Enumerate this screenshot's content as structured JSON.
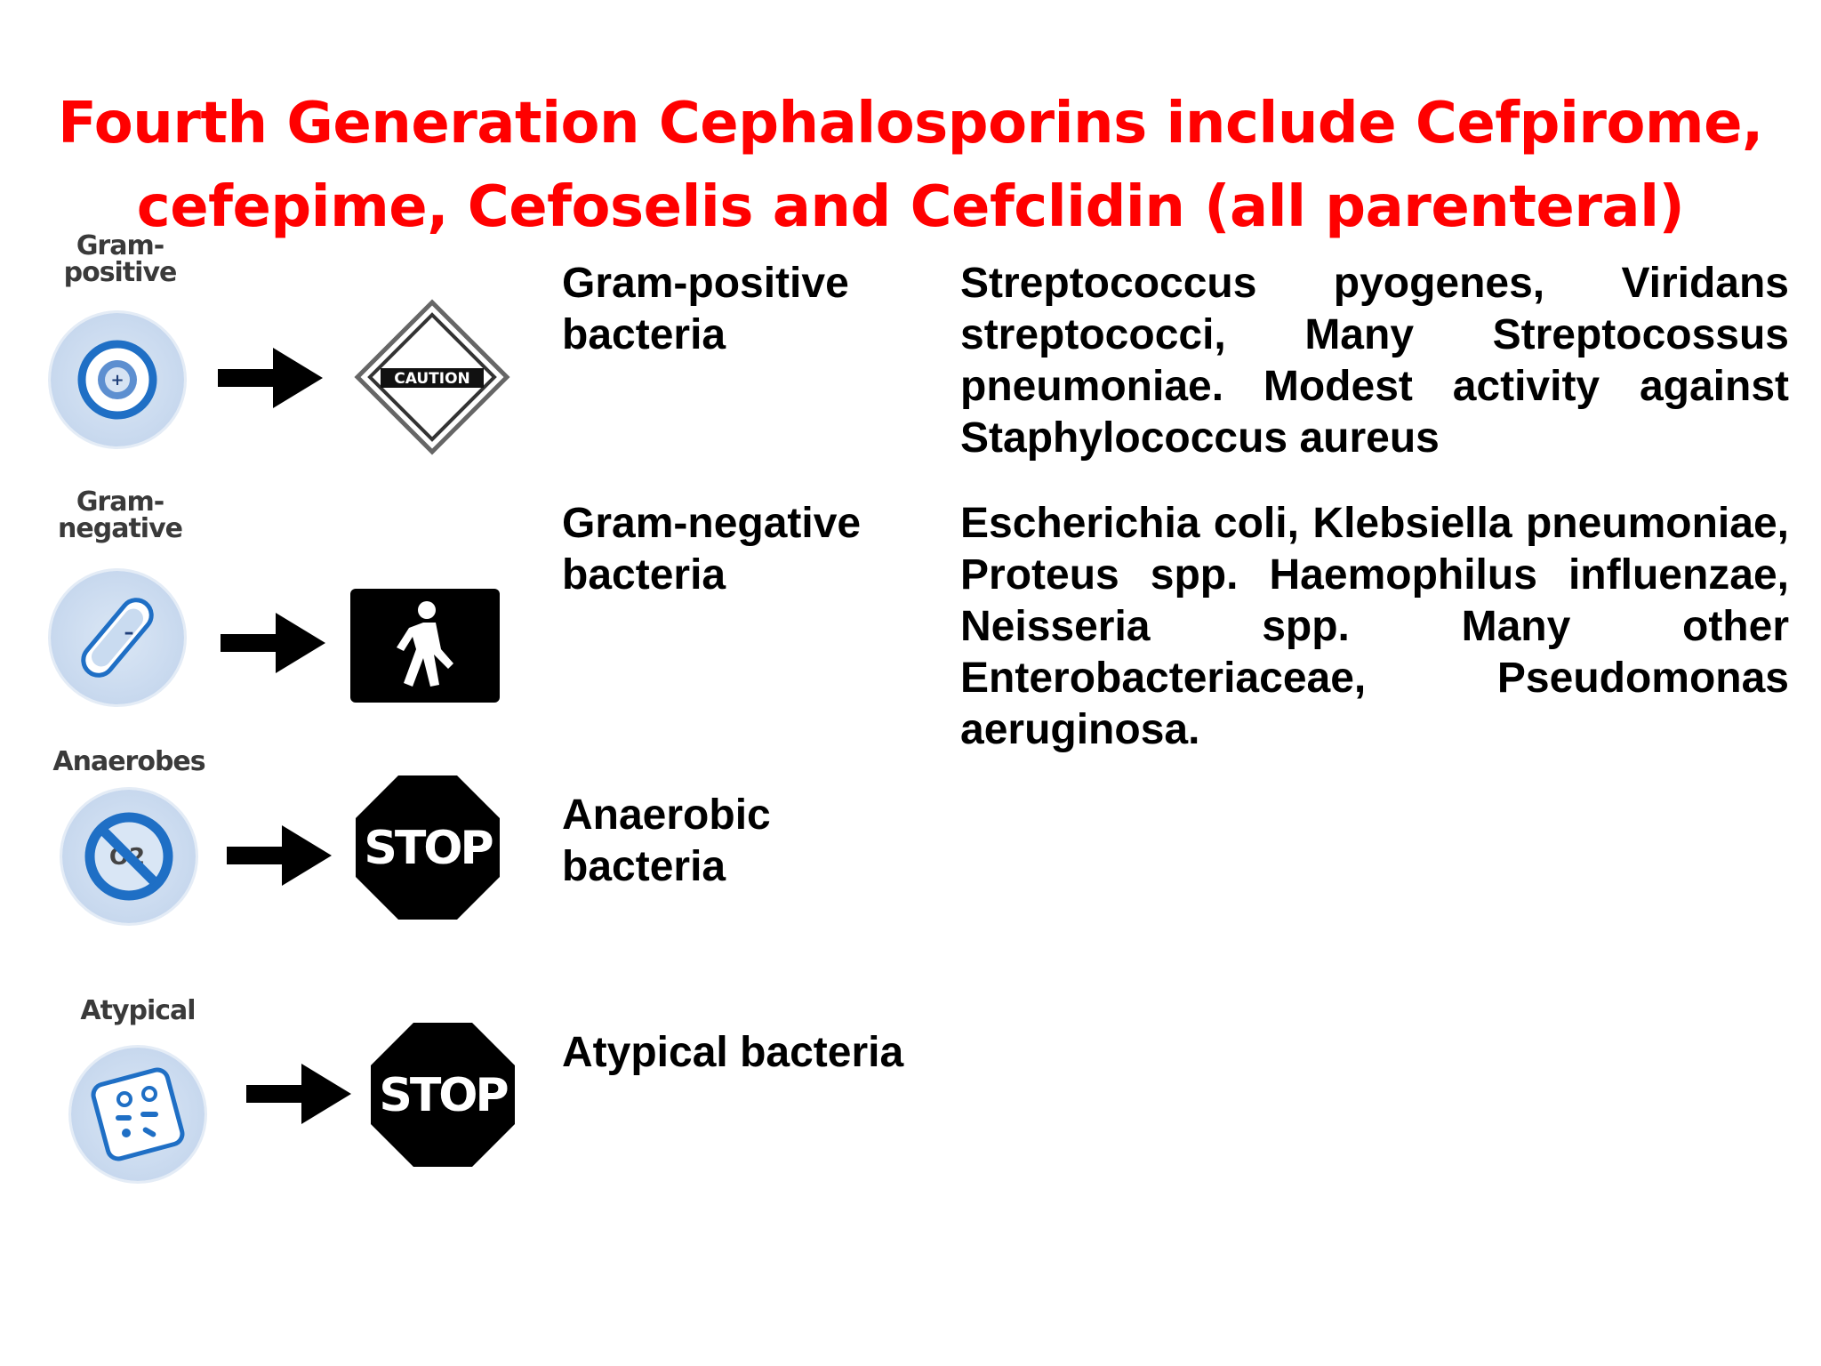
{
  "title": {
    "line1": "Fourth Generation Cephalosporins include Cefpirome,",
    "line2": "cefepime, Cefoselis and Cefclidin (all parenteral)"
  },
  "colors": {
    "title": "#ff0000",
    "icon_blue": "#1f6fc5",
    "icon_bg": "#c7d8ee",
    "sign_black": "#000000"
  },
  "rows": [
    {
      "icon_label_lines": [
        "Gram-",
        "positive"
      ],
      "icon": "gram-positive-icon",
      "sign": "caution-sign",
      "sign_text": "CAUTION",
      "name_lines": [
        "Gram-positive",
        "bacteria"
      ],
      "description": "Streptococcus pyogenes, Viridans streptococci, Many Streptocossus pneumoniae. Modest activity against Staphylococcus aureus"
    },
    {
      "icon_label_lines": [
        "Gram-",
        "negative"
      ],
      "icon": "gram-negative-icon",
      "sign": "walk-sign",
      "sign_text": "",
      "name_lines": [
        "Gram-negative",
        "bacteria"
      ],
      "description": "Escherichia coli, Klebsiella pneumoniae, Proteus spp. Haemophilus influenzae, Neisseria spp. Many other Enterobacteriaceae, Pseudomonas aeruginosa."
    },
    {
      "icon_label_lines": [
        "Anaerobes"
      ],
      "icon": "anaerobes-icon",
      "icon_text": "O2",
      "sign": "stop-sign",
      "sign_text": "STOP",
      "name_lines": [
        "Anaerobic",
        "bacteria"
      ],
      "description": ""
    },
    {
      "icon_label_lines": [
        "Atypical"
      ],
      "icon": "atypical-icon",
      "sign": "stop-sign",
      "sign_text": "STOP",
      "name_lines": [
        "Atypical bacteria"
      ],
      "description": ""
    }
  ]
}
